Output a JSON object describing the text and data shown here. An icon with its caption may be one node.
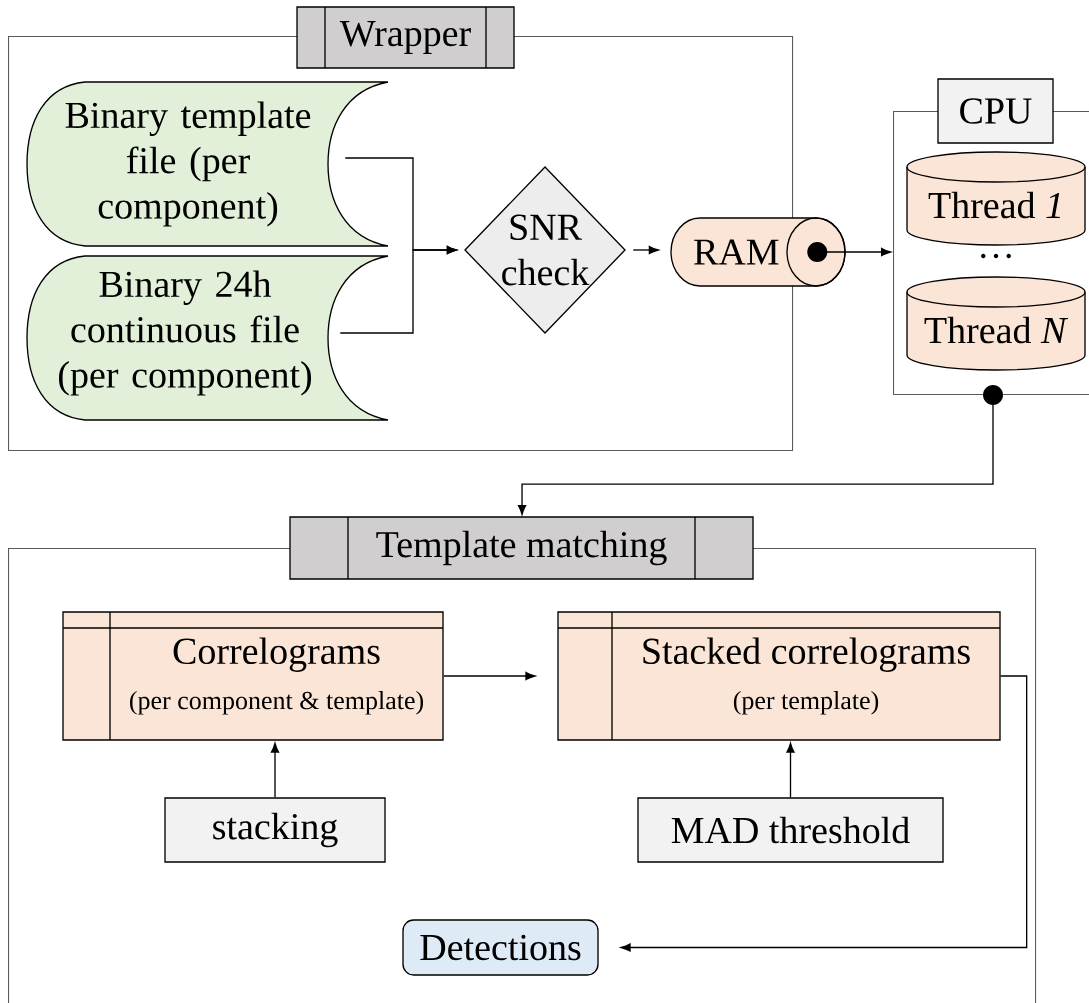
{
  "diagram": {
    "nodes": [
      {
        "text": [
          "Wrapper"
        ]
      },
      {
        "text": [
          "Binary template file (per component)"
        ],
        "in": 0
      },
      {
        "text": [
          "Binary 24h continuous file (per component)"
        ],
        "in": 0
      },
      {
        "text": [
          "SNR check"
        ],
        "in": 0
      },
      {
        "text": [
          "RAM"
        ]
      },
      {
        "text": [
          "CPU"
        ]
      },
      {
        "text": [
          "Thread *1*"
        ],
        "in": 5
      },
      {
        "text": [
          "Thread *N*"
        ],
        "in": 5
      },
      {
        "text": [
          "Template matching"
        ]
      },
      {
        "text": [
          "Correlograms",
          "(per component & template)"
        ],
        "in": 8
      },
      {
        "text": [
          "Stacked correlograms",
          "(per template)"
        ],
        "in": 8
      },
      {
        "text": [
          "stacking"
        ],
        "in": 8
      },
      {
        "text": [
          "MAD threshold"
        ],
        "in": 8
      },
      {
        "text": [
          "Detections"
        ],
        "in": 8
      }
    ],
    "edges": [
      {
        "from": 1,
        "to": 3,
        "arrow": "to"
      },
      {
        "from": 2,
        "to": 3,
        "arrow": "to"
      },
      {
        "from": 3,
        "to": 4,
        "arrow": "to"
      },
      {
        "from": 4,
        "to": 5,
        "arrow": "to"
      },
      {
        "from": 5,
        "to": 8,
        "arrow": "to"
      },
      {
        "from": 9,
        "to": 10,
        "arrow": "to"
      },
      {
        "from": 11,
        "to": 9,
        "arrow": "to"
      },
      {
        "from": 12,
        "to": 10,
        "arrow": "to"
      },
      {
        "from": 10,
        "to": 13,
        "arrow": "to"
      }
    ],
    "labels": [
      "…"
    ]
  }
}
